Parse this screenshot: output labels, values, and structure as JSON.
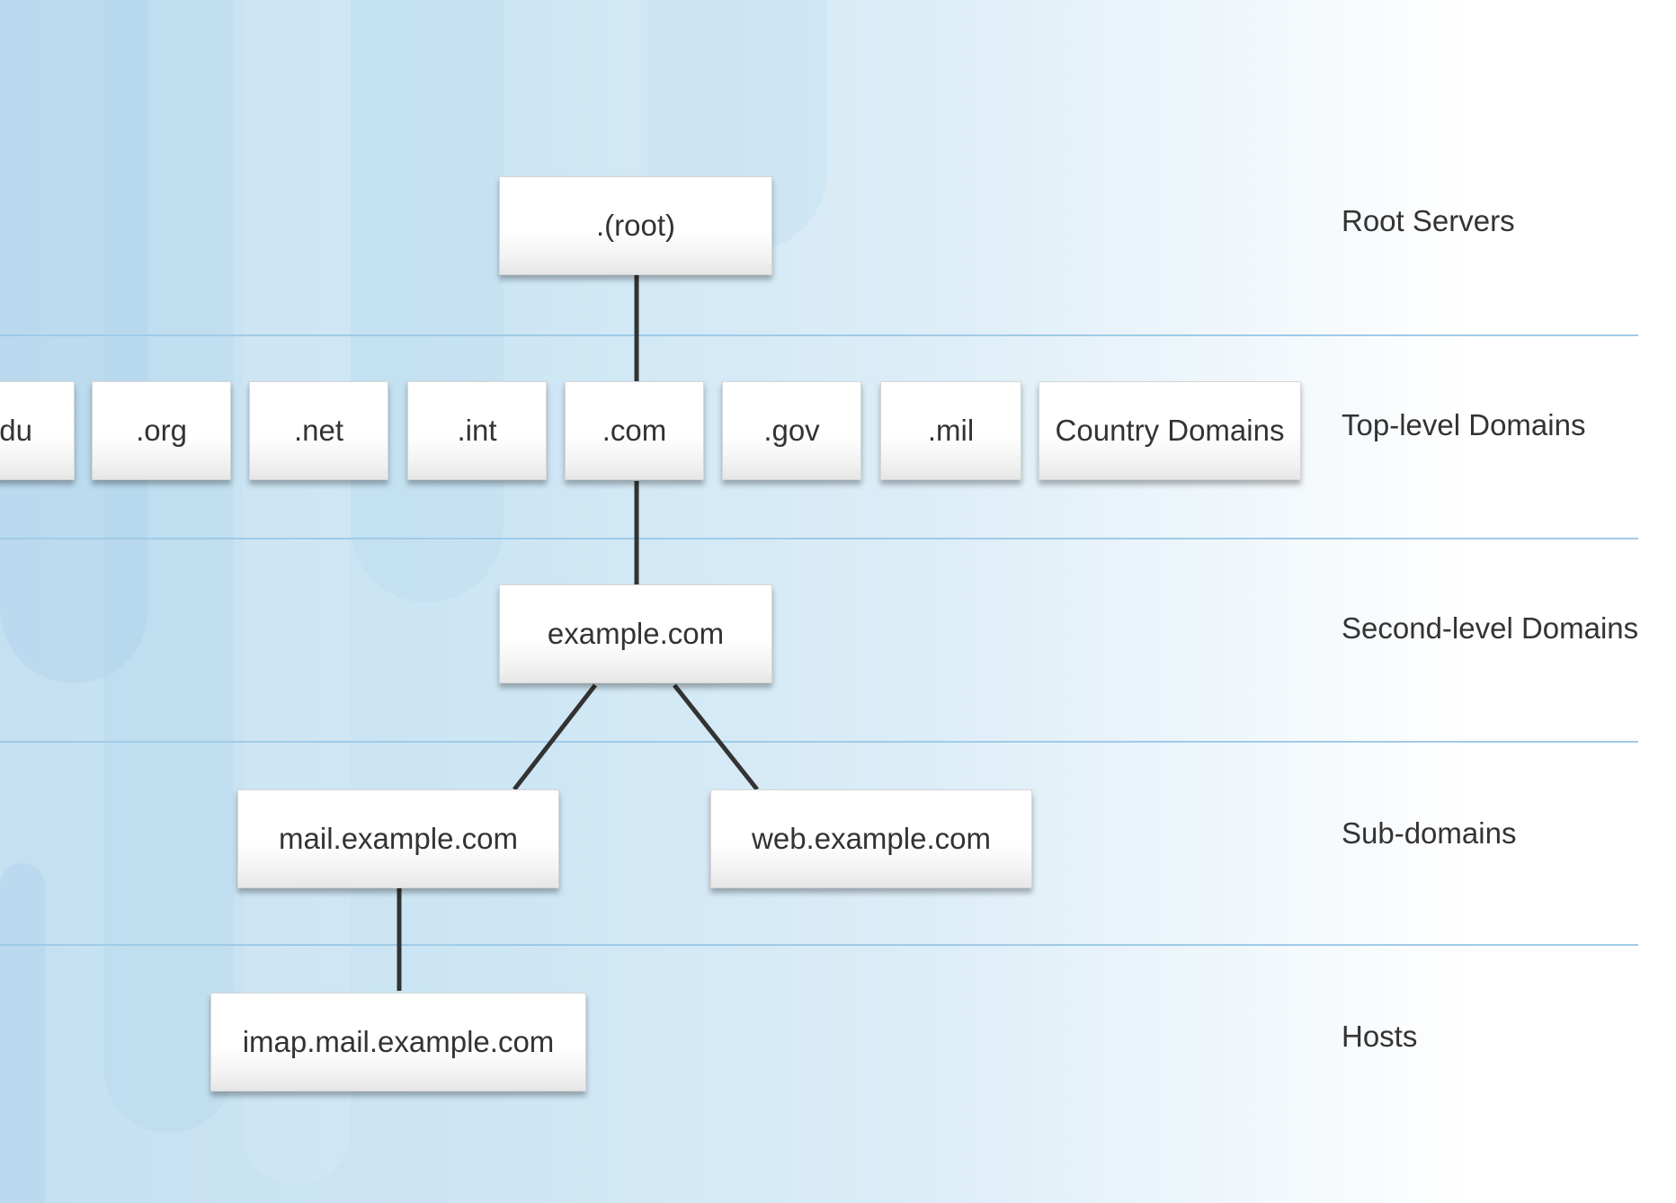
{
  "levels": {
    "root": "Root Servers",
    "tld": "Top-level Domains",
    "second": "Second-level Domains",
    "sub": "Sub-domains",
    "hosts": "Hosts"
  },
  "nodes": {
    "root": ".(root)",
    "tld": {
      "edu": "du",
      "org": ".org",
      "net": ".net",
      "int": ".int",
      "com": ".com",
      "gov": ".gov",
      "mil": ".mil",
      "country": "Country Domains"
    },
    "second": "example.com",
    "sub": {
      "mail": "mail.example.com",
      "web": "web.example.com"
    },
    "host": "imap.mail.example.com"
  },
  "colors": {
    "connector": "#333333",
    "divider": "#9fcbe8",
    "text": "#333333"
  }
}
